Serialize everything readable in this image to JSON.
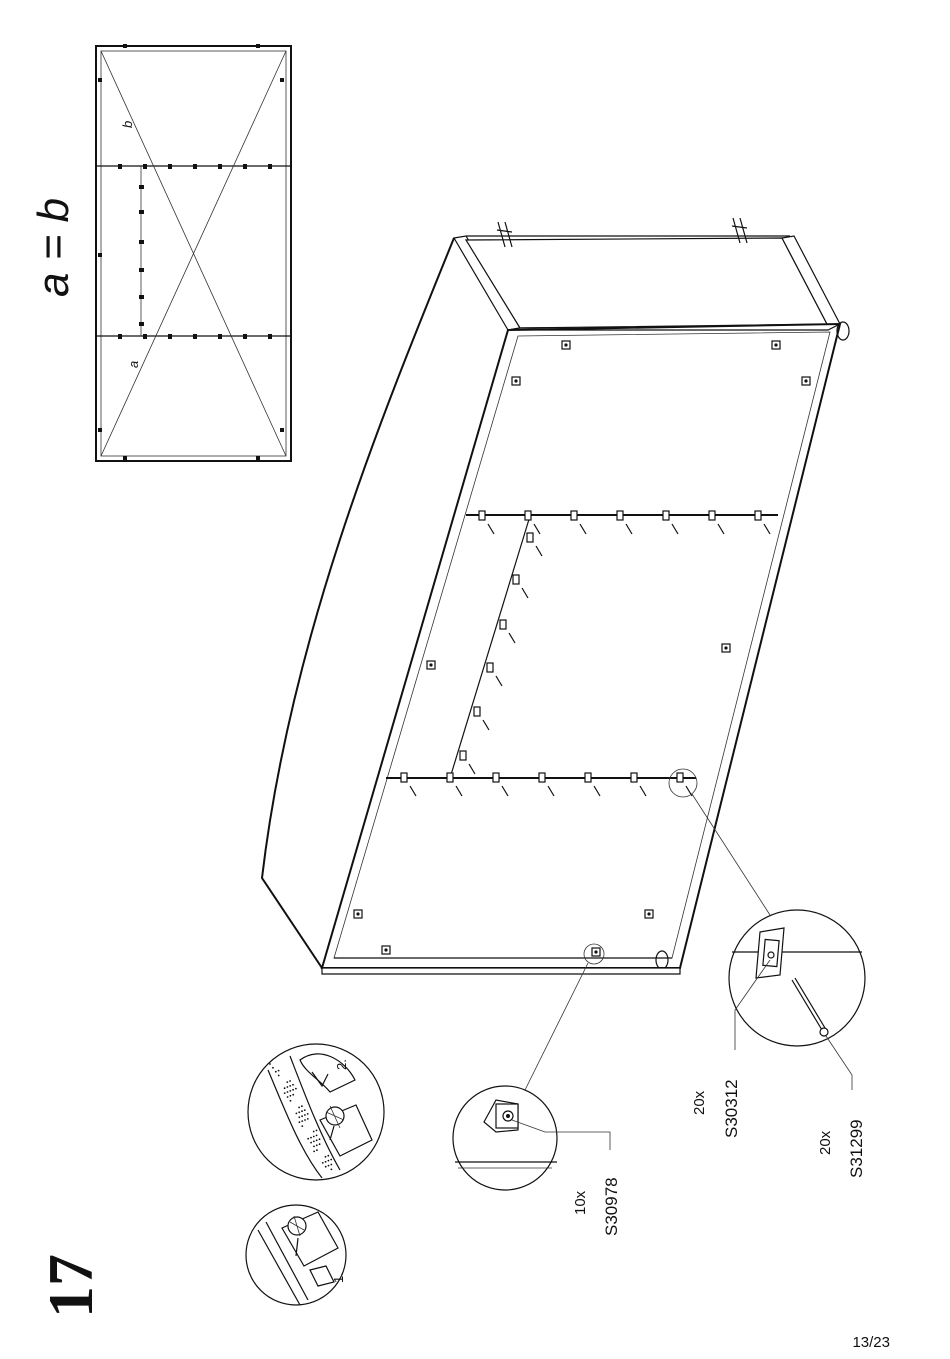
{
  "step_number": "17",
  "equation": "a = b",
  "diagonal_labels": {
    "a": "a",
    "b": "b"
  },
  "detail_steps": {
    "step1": "1.",
    "step2": "2."
  },
  "parts": [
    {
      "qty": "10x",
      "code": "S30978"
    },
    {
      "qty": "20x",
      "code": "S30312"
    },
    {
      "qty": "20x",
      "code": "S31299"
    }
  ],
  "page_number": "13/23"
}
